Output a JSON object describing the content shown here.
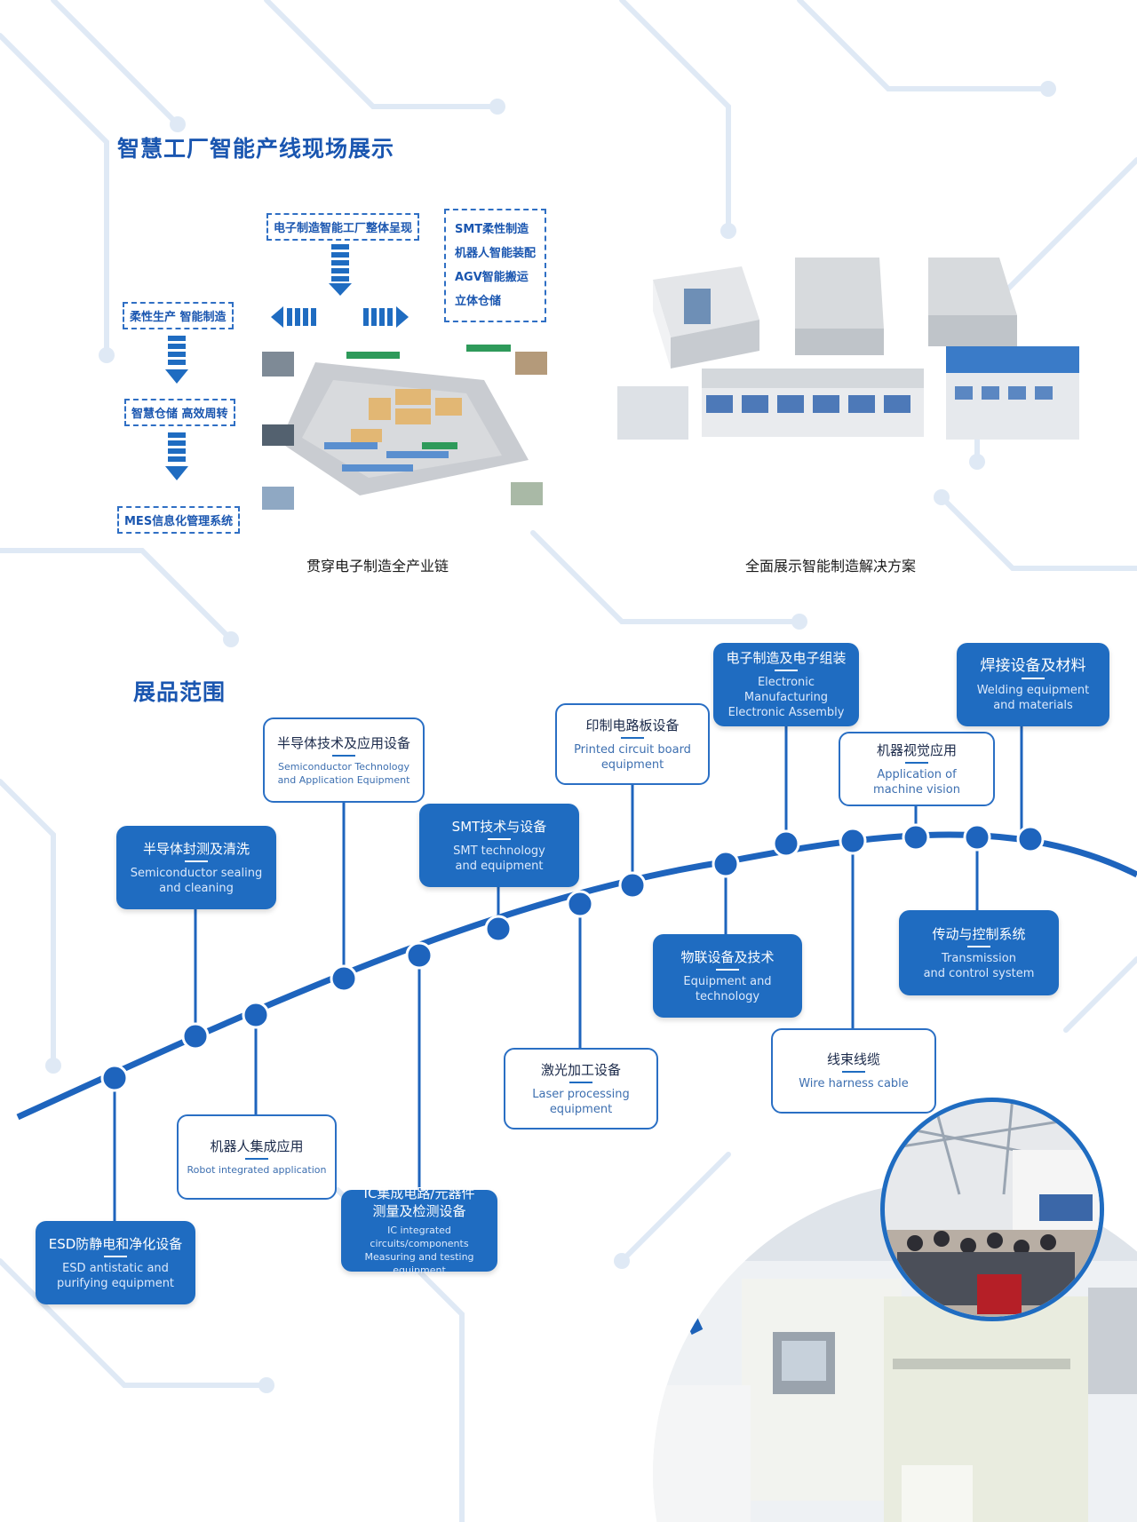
{
  "section1": {
    "title": "智慧工厂智能产线现场展示",
    "top_box": "电子制造智能工厂整体呈现",
    "features": [
      "SMT柔性制造",
      "机器人智能装配",
      "AGV智能搬运",
      "立体仓储"
    ],
    "left_flow": [
      "柔性生产  智能制造",
      "智慧仓储 高效周转",
      "MES信息化管理系统"
    ],
    "caption_left": "贯穿电子制造全产业链",
    "caption_right": "全面展示智能制造解决方案"
  },
  "section2": {
    "title": "展品范围",
    "cards": {
      "esd": {
        "zh": "ESD防静电和净化设备",
        "en1": "ESD antistatic and",
        "en2": "purifying equipment"
      },
      "semi_seal": {
        "zh": "半导体封测及清洗",
        "en1": "Semiconductor sealing",
        "en2": "and cleaning"
      },
      "robot": {
        "zh": "机器人集成应用",
        "en1": "Robot integrated application"
      },
      "semi_tech": {
        "zh": "半导体技术及应用设备",
        "en1": "Semiconductor Technology",
        "en2": "and Application Equipment"
      },
      "ic": {
        "zh1": "IC集成电路/元器件",
        "zh2": "测量及检测设备",
        "en1": "IC integrated circuits/components",
        "en2": "Measuring and testing equipment"
      },
      "smt": {
        "zh": "SMT技术与设备",
        "en1": "SMT technology",
        "en2": "and equipment"
      },
      "laser": {
        "zh": "激光加工设备",
        "en1": "Laser processing equipment"
      },
      "pcb": {
        "zh": "印制电路板设备",
        "en1": "Printed circuit board",
        "en2": "equipment"
      },
      "iot": {
        "zh": "物联设备及技术",
        "en1": "Equipment and technology"
      },
      "ems": {
        "zh": "电子制造及电子组装",
        "en1": "Electronic Manufacturing",
        "en2": "Electronic Assembly"
      },
      "wire": {
        "zh": "线束线缆",
        "en1": "Wire harness cable"
      },
      "vision": {
        "zh": "机器视觉应用",
        "en1": "Application of",
        "en2": "machine vision"
      },
      "transmission": {
        "zh": "传动与控制系统",
        "en1": "Transmission",
        "en2": "and control system"
      },
      "welding": {
        "zh": "焊接设备及材料",
        "en1": "Welding equipment",
        "en2": "and materials"
      }
    }
  },
  "colors": {
    "brand_blue": "#1f6cc1",
    "title_blue": "#1a56b0",
    "line_blue": "#1e64bd"
  }
}
